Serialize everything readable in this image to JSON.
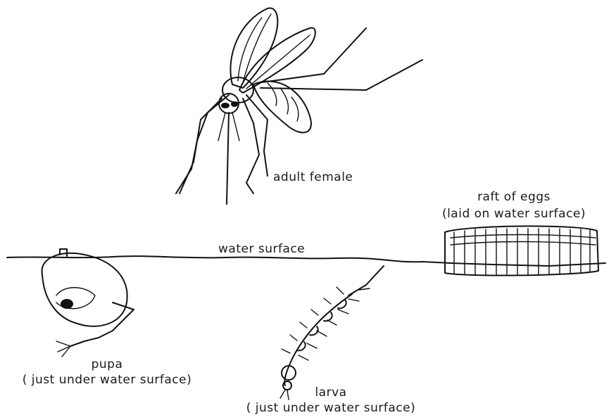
{
  "labels": {
    "adult": "adult female",
    "eggs_line1": "raft of eggs",
    "eggs_line2": "(laid on water surface)",
    "water": "water surface",
    "pupa_line1": "pupa",
    "pupa_line2": "( just under water surface)",
    "larva_line1": "larva",
    "larva_line2": "( just under water surface)"
  }
}
